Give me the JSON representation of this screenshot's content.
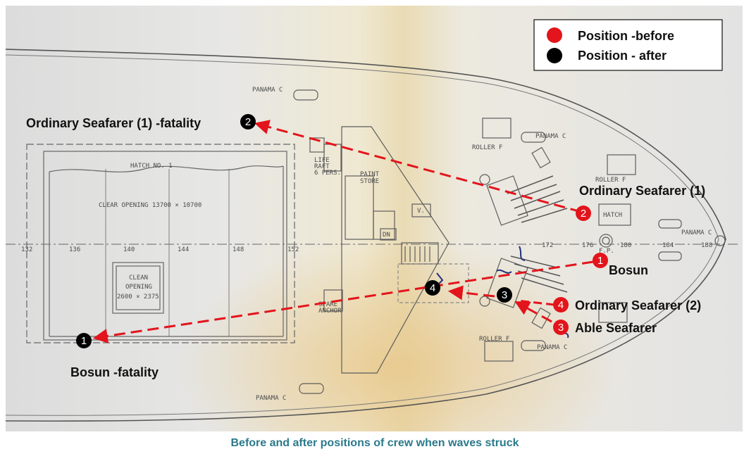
{
  "legend": {
    "before_label": "Position -before",
    "after_label": "Position - after",
    "before_color": "#e3141b",
    "after_color": "#000000"
  },
  "drawing_labels": {
    "hatch": "HATCH NO. 1",
    "clear_opening": "CLEAR OPENING 13700 × 10700",
    "clean_opening_1": "CLEAN",
    "clean_opening_2": "OPENING",
    "clean_opening_3": "2600 × 2375",
    "paint_store_1": "PAINT",
    "paint_store_2": "STORE",
    "life_raft_1": "LIFE",
    "life_raft_2": "RAFT",
    "life_raft_3": "6 PERS.",
    "spare_anchor_1": "SPARE",
    "spare_anchor_2": "ANCHOR",
    "panama_1": "PANAMA C",
    "panama_2": "PANAMA C",
    "panama_3": "PANAMA C",
    "panama_4": "PANAMA C",
    "panama_5": "PANAMA C",
    "roller_1": "ROLLER F",
    "roller_2": "ROLLER F",
    "roller_3": "ROLLER F",
    "hatch_small": "HATCH",
    "fp": "F.P.",
    "v_box": "V.",
    "dn_box": "DN",
    "frames": [
      "132",
      "136",
      "140",
      "144",
      "148",
      "152",
      "172",
      "176",
      "180",
      "184",
      "188"
    ]
  },
  "markers": {
    "before_bosun": {
      "number": "1",
      "label": "Bosun"
    },
    "before_ordinary1": {
      "number": "2",
      "label": "Ordinary Seafarer (1)"
    },
    "before_able": {
      "number": "3",
      "label": "Able Seafarer"
    },
    "before_ordinary2": {
      "number": "4",
      "label": "Ordinary Seafarer (2)"
    },
    "after_bosun": {
      "number": "1",
      "label": "Bosun -fatality"
    },
    "after_ordinary1": {
      "number": "2",
      "label": "Ordinary Seafarer (1) -fatality"
    },
    "after_able": {
      "number": "3"
    },
    "after_ordinary2": {
      "number": "4"
    }
  },
  "caption": "Before and after positions of crew when waves struck"
}
